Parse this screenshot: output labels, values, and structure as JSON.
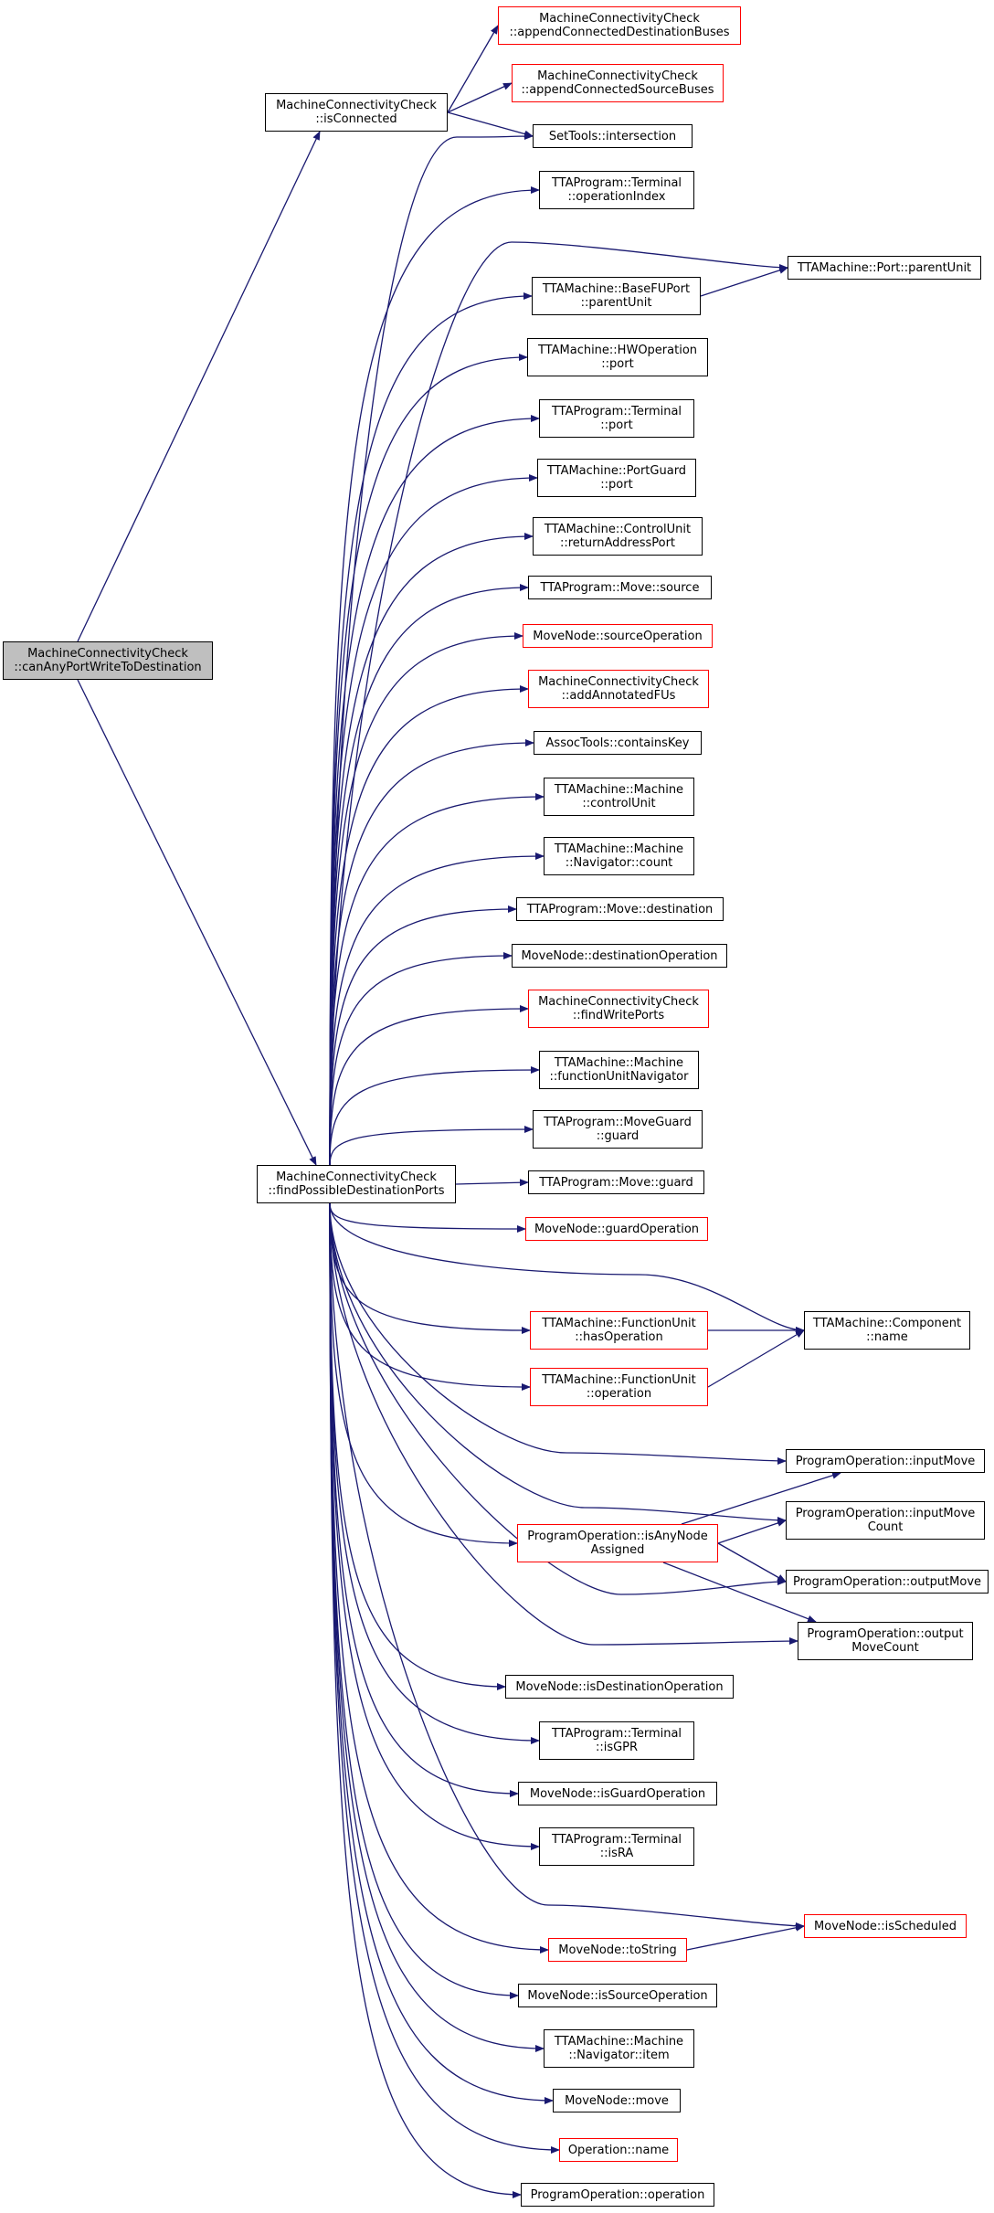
{
  "diagram": {
    "type": "call-graph",
    "edge_color": "#191970",
    "root_fill": "#bfbfbf",
    "incomplete_border": "#ff0000",
    "nodes": [
      {
        "id": "root",
        "line1": "MachineConnectivityCheck",
        "line2": "::canAnyPortWriteToDestination",
        "style": "root"
      },
      {
        "id": "isConnected",
        "line1": "MachineConnectivityCheck",
        "line2": "::isConnected",
        "style": "normal"
      },
      {
        "id": "findPossibleDestinationPorts",
        "line1": "MachineConnectivityCheck",
        "line2": "::findPossibleDestinationPorts",
        "style": "normal"
      },
      {
        "id": "appendConnectedDestinationBuses",
        "line1": "MachineConnectivityCheck",
        "line2": "::appendConnectedDestinationBuses",
        "style": "red"
      },
      {
        "id": "appendConnectedSourceBuses",
        "line1": "MachineConnectivityCheck",
        "line2": "::appendConnectedSourceBuses",
        "style": "red"
      },
      {
        "id": "intersection",
        "line1": "SetTools::intersection",
        "line2": "",
        "style": "normal"
      },
      {
        "id": "operationIndex",
        "line1": "TTAProgram::Terminal",
        "line2": "::operationIndex",
        "style": "normal"
      },
      {
        "id": "portParentUnit",
        "line1": "TTAMachine::Port::parentUnit",
        "line2": "",
        "style": "normal"
      },
      {
        "id": "baseFUPortParentUnit",
        "line1": "TTAMachine::BaseFUPort",
        "line2": "::parentUnit",
        "style": "normal"
      },
      {
        "id": "hwOperationPort",
        "line1": "TTAMachine::HWOperation",
        "line2": "::port",
        "style": "normal"
      },
      {
        "id": "terminalPort",
        "line1": "TTAProgram::Terminal",
        "line2": "::port",
        "style": "normal"
      },
      {
        "id": "portGuardPort",
        "line1": "TTAMachine::PortGuard",
        "line2": "::port",
        "style": "normal"
      },
      {
        "id": "returnAddressPort",
        "line1": "TTAMachine::ControlUnit",
        "line2": "::returnAddressPort",
        "style": "normal"
      },
      {
        "id": "moveSource",
        "line1": "TTAProgram::Move::source",
        "line2": "",
        "style": "normal"
      },
      {
        "id": "sourceOperation",
        "line1": "MoveNode::sourceOperation",
        "line2": "",
        "style": "red"
      },
      {
        "id": "addAnnotatedFUs",
        "line1": "MachineConnectivityCheck",
        "line2": "::addAnnotatedFUs",
        "style": "red"
      },
      {
        "id": "containsKey",
        "line1": "AssocTools::containsKey",
        "line2": "",
        "style": "normal"
      },
      {
        "id": "controlUnit",
        "line1": "TTAMachine::Machine",
        "line2": "::controlUnit",
        "style": "normal"
      },
      {
        "id": "navigatorCount",
        "line1": "TTAMachine::Machine",
        "line2": "::Navigator::count",
        "style": "normal"
      },
      {
        "id": "moveDestination",
        "line1": "TTAProgram::Move::destination",
        "line2": "",
        "style": "normal"
      },
      {
        "id": "destinationOperation",
        "line1": "MoveNode::destinationOperation",
        "line2": "",
        "style": "normal"
      },
      {
        "id": "findWritePorts",
        "line1": "MachineConnectivityCheck",
        "line2": "::findWritePorts",
        "style": "red"
      },
      {
        "id": "functionUnitNavigator",
        "line1": "TTAMachine::Machine",
        "line2": "::functionUnitNavigator",
        "style": "normal"
      },
      {
        "id": "moveGuardGuard",
        "line1": "TTAProgram::MoveGuard",
        "line2": "::guard",
        "style": "normal"
      },
      {
        "id": "moveGuard",
        "line1": "TTAProgram::Move::guard",
        "line2": "",
        "style": "normal"
      },
      {
        "id": "guardOperation",
        "line1": "MoveNode::guardOperation",
        "line2": "",
        "style": "red"
      },
      {
        "id": "hasOperation",
        "line1": "TTAMachine::FunctionUnit",
        "line2": "::hasOperation",
        "style": "red"
      },
      {
        "id": "componentName",
        "line1": "TTAMachine::Component",
        "line2": "::name",
        "style": "normal"
      },
      {
        "id": "fuOperation",
        "line1": "TTAMachine::FunctionUnit",
        "line2": "::operation",
        "style": "red"
      },
      {
        "id": "inputMove",
        "line1": "ProgramOperation::inputMove",
        "line2": "",
        "style": "normal"
      },
      {
        "id": "inputMoveCount",
        "line1": "ProgramOperation::inputMove",
        "line2": "Count",
        "style": "normal"
      },
      {
        "id": "isAnyNodeAssigned",
        "line1": "ProgramOperation::isAnyNode",
        "line2": "Assigned",
        "style": "red"
      },
      {
        "id": "outputMove",
        "line1": "ProgramOperation::outputMove",
        "line2": "",
        "style": "normal"
      },
      {
        "id": "outputMoveCount",
        "line1": "ProgramOperation::output",
        "line2": "MoveCount",
        "style": "normal"
      },
      {
        "id": "isDestinationOperation",
        "line1": "MoveNode::isDestinationOperation",
        "line2": "",
        "style": "normal"
      },
      {
        "id": "isGPR",
        "line1": "TTAProgram::Terminal",
        "line2": "::isGPR",
        "style": "normal"
      },
      {
        "id": "isGuardOperation",
        "line1": "MoveNode::isGuardOperation",
        "line2": "",
        "style": "normal"
      },
      {
        "id": "isRA",
        "line1": "TTAProgram::Terminal",
        "line2": "::isRA",
        "style": "normal"
      },
      {
        "id": "isScheduled",
        "line1": "MoveNode::isScheduled",
        "line2": "",
        "style": "red"
      },
      {
        "id": "toString",
        "line1": "MoveNode::toString",
        "line2": "",
        "style": "red"
      },
      {
        "id": "isSourceOperation",
        "line1": "MoveNode::isSourceOperation",
        "line2": "",
        "style": "normal"
      },
      {
        "id": "navigatorItem",
        "line1": "TTAMachine::Machine",
        "line2": "::Navigator::item",
        "style": "normal"
      },
      {
        "id": "move",
        "line1": "MoveNode::move",
        "line2": "",
        "style": "normal"
      },
      {
        "id": "operationName",
        "line1": "Operation::name",
        "line2": "",
        "style": "red"
      },
      {
        "id": "poOperation",
        "line1": "ProgramOperation::operation",
        "line2": "",
        "style": "normal"
      }
    ],
    "edges": [
      [
        "root",
        "isConnected"
      ],
      [
        "root",
        "findPossibleDestinationPorts"
      ],
      [
        "isConnected",
        "appendConnectedDestinationBuses"
      ],
      [
        "isConnected",
        "appendConnectedSourceBuses"
      ],
      [
        "isConnected",
        "intersection"
      ],
      [
        "findPossibleDestinationPorts",
        "intersection"
      ],
      [
        "findPossibleDestinationPorts",
        "operationIndex"
      ],
      [
        "findPossibleDestinationPorts",
        "portParentUnit"
      ],
      [
        "findPossibleDestinationPorts",
        "baseFUPortParentUnit"
      ],
      [
        "baseFUPortParentUnit",
        "portParentUnit"
      ],
      [
        "findPossibleDestinationPorts",
        "hwOperationPort"
      ],
      [
        "findPossibleDestinationPorts",
        "terminalPort"
      ],
      [
        "findPossibleDestinationPorts",
        "portGuardPort"
      ],
      [
        "findPossibleDestinationPorts",
        "returnAddressPort"
      ],
      [
        "findPossibleDestinationPorts",
        "moveSource"
      ],
      [
        "findPossibleDestinationPorts",
        "sourceOperation"
      ],
      [
        "findPossibleDestinationPorts",
        "addAnnotatedFUs"
      ],
      [
        "findPossibleDestinationPorts",
        "containsKey"
      ],
      [
        "findPossibleDestinationPorts",
        "controlUnit"
      ],
      [
        "findPossibleDestinationPorts",
        "navigatorCount"
      ],
      [
        "findPossibleDestinationPorts",
        "moveDestination"
      ],
      [
        "findPossibleDestinationPorts",
        "destinationOperation"
      ],
      [
        "findPossibleDestinationPorts",
        "findWritePorts"
      ],
      [
        "findPossibleDestinationPorts",
        "functionUnitNavigator"
      ],
      [
        "findPossibleDestinationPorts",
        "moveGuardGuard"
      ],
      [
        "findPossibleDestinationPorts",
        "moveGuard"
      ],
      [
        "findPossibleDestinationPorts",
        "guardOperation"
      ],
      [
        "findPossibleDestinationPorts",
        "hasOperation"
      ],
      [
        "findPossibleDestinationPorts",
        "componentName"
      ],
      [
        "hasOperation",
        "componentName"
      ],
      [
        "findPossibleDestinationPorts",
        "fuOperation"
      ],
      [
        "fuOperation",
        "componentName"
      ],
      [
        "findPossibleDestinationPorts",
        "inputMove"
      ],
      [
        "findPossibleDestinationPorts",
        "inputMoveCount"
      ],
      [
        "findPossibleDestinationPorts",
        "isAnyNodeAssigned"
      ],
      [
        "isAnyNodeAssigned",
        "inputMove"
      ],
      [
        "isAnyNodeAssigned",
        "inputMoveCount"
      ],
      [
        "isAnyNodeAssigned",
        "outputMove"
      ],
      [
        "isAnyNodeAssigned",
        "outputMoveCount"
      ],
      [
        "findPossibleDestinationPorts",
        "outputMove"
      ],
      [
        "findPossibleDestinationPorts",
        "outputMoveCount"
      ],
      [
        "findPossibleDestinationPorts",
        "isDestinationOperation"
      ],
      [
        "findPossibleDestinationPorts",
        "isGPR"
      ],
      [
        "findPossibleDestinationPorts",
        "isGuardOperation"
      ],
      [
        "findPossibleDestinationPorts",
        "isRA"
      ],
      [
        "findPossibleDestinationPorts",
        "isScheduled"
      ],
      [
        "findPossibleDestinationPorts",
        "toString"
      ],
      [
        "toString",
        "isScheduled"
      ],
      [
        "findPossibleDestinationPorts",
        "isSourceOperation"
      ],
      [
        "findPossibleDestinationPorts",
        "navigatorItem"
      ],
      [
        "findPossibleDestinationPorts",
        "move"
      ],
      [
        "findPossibleDestinationPorts",
        "operationName"
      ],
      [
        "findPossibleDestinationPorts",
        "poOperation"
      ]
    ]
  }
}
